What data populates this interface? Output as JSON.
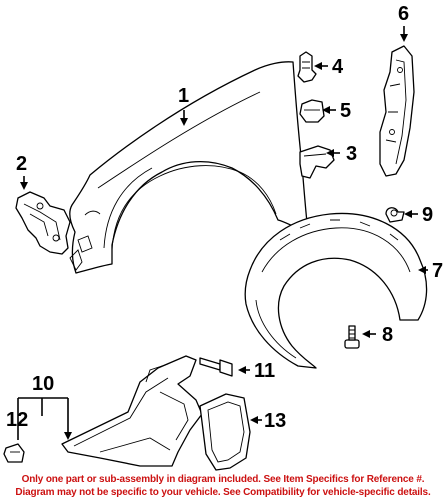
{
  "callouts": {
    "c1": "1",
    "c2": "2",
    "c3": "3",
    "c4": "4",
    "c5": "5",
    "c6": "6",
    "c7": "7",
    "c8": "8",
    "c9": "9",
    "c10": "10",
    "c11": "11",
    "c12": "12",
    "c13": "13"
  },
  "footer": {
    "line1": "Only one part or sub-assembly in diagram included. See Item Specifics for Reference #.",
    "line2": "Diagram may not be specific to your vehicle. See Compatibility for vehicle-specific details.",
    "color": "#cc1111"
  }
}
